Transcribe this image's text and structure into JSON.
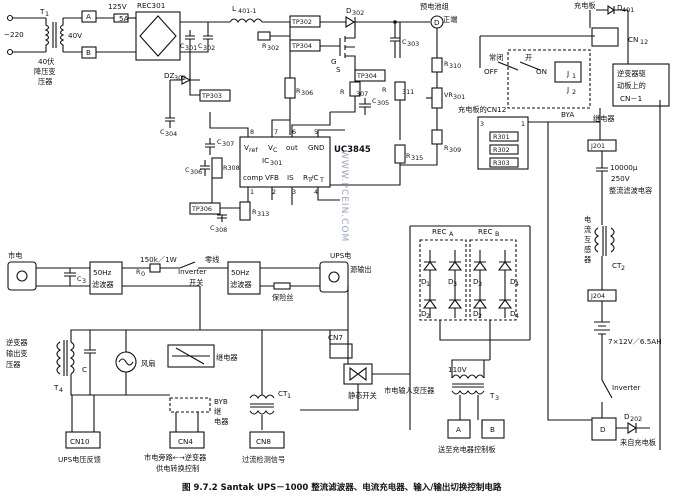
{
  "labels": {
    "ac_in": "~220",
    "t1": "T",
    "t1_sub": "1",
    "v40": "40V",
    "fuse": "125V",
    "fuse2": "5A",
    "rec301": "REC301",
    "l401": "L",
    "l401_sub": "401-1",
    "d302": "D",
    "d302_sub": "302",
    "ind_d": "D",
    "battery_cn": "预电池组",
    "battery_cn2": "正端",
    "xfmr_40v_1": "40伏",
    "xfmr_40v_2": "降压变",
    "xfmr_40v_3": "压器",
    "tpA": "A",
    "tpB": "B",
    "c301": "C",
    "c301_sub": "301",
    "c302": "C",
    "c302_sub": "302",
    "tp302": "TP302",
    "tp303": "TP303",
    "tp304a": "TP304",
    "tp304b": "TP304",
    "tp306": "TP306",
    "r302": "R",
    "r302_sub": "302",
    "r306": "R",
    "r306_sub": "306",
    "r307": "R",
    "r307_sub": "307",
    "r308": "R308",
    "r310": "R",
    "r310_sub": "310",
    "r311": "R",
    "r311_sub": "311",
    "r313": "R",
    "r313_sub": "313",
    "r315": "R",
    "r315_sub": "315",
    "r309": "R",
    "r309_sub": "309",
    "vr301": "VR",
    "vr301_sub": "301",
    "c305": "C",
    "c305_sub": "305",
    "c303": "C",
    "c303_sub": "303",
    "c304": "C",
    "c304_sub": "304",
    "c307": "C",
    "c307_sub": "307",
    "c306": "C",
    "c306_sub": "306",
    "c308": "C",
    "c308_sub": "308",
    "dz302": "DZ",
    "dz302_sub": "302",
    "q_g": "G",
    "q_s": "S",
    "ic301": "IC",
    "ic301_sub": "301",
    "uc3845": "UC3845",
    "ic_vref": "V",
    "ic_vref_sub": "ref",
    "ic_vc": "V",
    "ic_vc_sub": "C",
    "ic_out": "out",
    "ic_gnd": "GND",
    "ic_comp": "comp",
    "ic_vfb": "VFB",
    "ic_is": "IS",
    "ic_rtct": "R",
    "ic_rtct2": "T",
    "ic_rtct3": "/C",
    "ic_rtct4": "T",
    "pin8": "8",
    "pin7": "7",
    "pin6": "6",
    "pin5": "5",
    "pin1": "1",
    "pin2": "2",
    "pin3": "3",
    "pin4": "4",
    "charger_board": "充电板",
    "d401": "D",
    "d401_sub": "401",
    "cn12_top": "CN",
    "cn12_top_sub": "12",
    "normal": "常闭",
    "off": "OFF",
    "on": "ON",
    "kai": "开",
    "j1": "J",
    "j1_sub": "1",
    "j2": "J",
    "j2_sub": "2",
    "inv_board_1": "逆变器驱",
    "inv_board_2": "动板上的",
    "inv_board_3": "CN－1",
    "cn12_charger": "充电板的CN12",
    "bya": "BYA",
    "relay1": "继电器",
    "r301": "R301",
    "r302b": "R302",
    "r303": "R303",
    "j201": "J201",
    "cap10000": "10000μ",
    "cap250": "250V",
    "cap_desc": "整流滤波电容",
    "ct_l1": "电",
    "ct_l2": "流",
    "ct_l3": "互",
    "ct_l4": "感",
    "ct_l5": "器",
    "ct2": "CT",
    "ct2_sub": "2",
    "j204": "J204",
    "battery": "7×12V／6.5AH",
    "inverter_r": "Inverter",
    "d202": "D",
    "d202_sub": "202",
    "dbox": "D",
    "from_charger": "来自充电板",
    "mains": "市电",
    "c3": "C",
    "c3_sub": "3",
    "filter50_1": "50Hz",
    "filter50_2": "滤波器",
    "filter50b_1": "50Hz",
    "filter50b_2": "滤波器",
    "r150k": "150k／1W",
    "r0": "R",
    "r0_sub": "0",
    "inverter_sw": "Inverter",
    "inverter_sw2": "开关",
    "zero_line": "零线",
    "fuse_line": "保险丝",
    "ups_out1": "UPS电",
    "ups_out2": "源输出",
    "inv_out1": "逆变器",
    "inv_out2": "输出变",
    "inv_out3": "压器",
    "c_small": "C",
    "fan": "风扇",
    "t4": "T",
    "t4_sub": "4",
    "relay2": "继电器",
    "byb1": "BYB",
    "byb2": "继",
    "byb3": "电器",
    "ct1": "CT",
    "ct1_sub": "1",
    "cn7": "CN7",
    "static_sw": "静态开关",
    "v110": "110V",
    "mains_xfmr": "市电输入变压器",
    "t3": "T",
    "t3_sub": "3",
    "rec_a": "REC",
    "rec_a_sub": "A",
    "rec_b": "REC",
    "rec_b_sub": "B",
    "d1": "D",
    "d1_sub": "1",
    "d2": "D",
    "d2_sub": "2",
    "d3": "D",
    "d3_sub": "3",
    "d4": "D",
    "d4_sub": "4",
    "box_a": "A",
    "box_b": "B",
    "to_charger_ctrl": "送至充电器控制板",
    "cn10": "CN10",
    "cn10_desc": "UPS电压反馈",
    "cn4": "CN4",
    "cn4_desc1": "市电旁路←→逆变器",
    "cn4_desc2": "供电转换控制",
    "cn8": "CN8",
    "cn8_desc": "过流检测信号",
    "watermark": "WWW.PCEIN.COM",
    "caption": "图 9.7.2  Santak UPS－1000 整流滤波器、电流充电器、输入/输出切换控制电路"
  }
}
